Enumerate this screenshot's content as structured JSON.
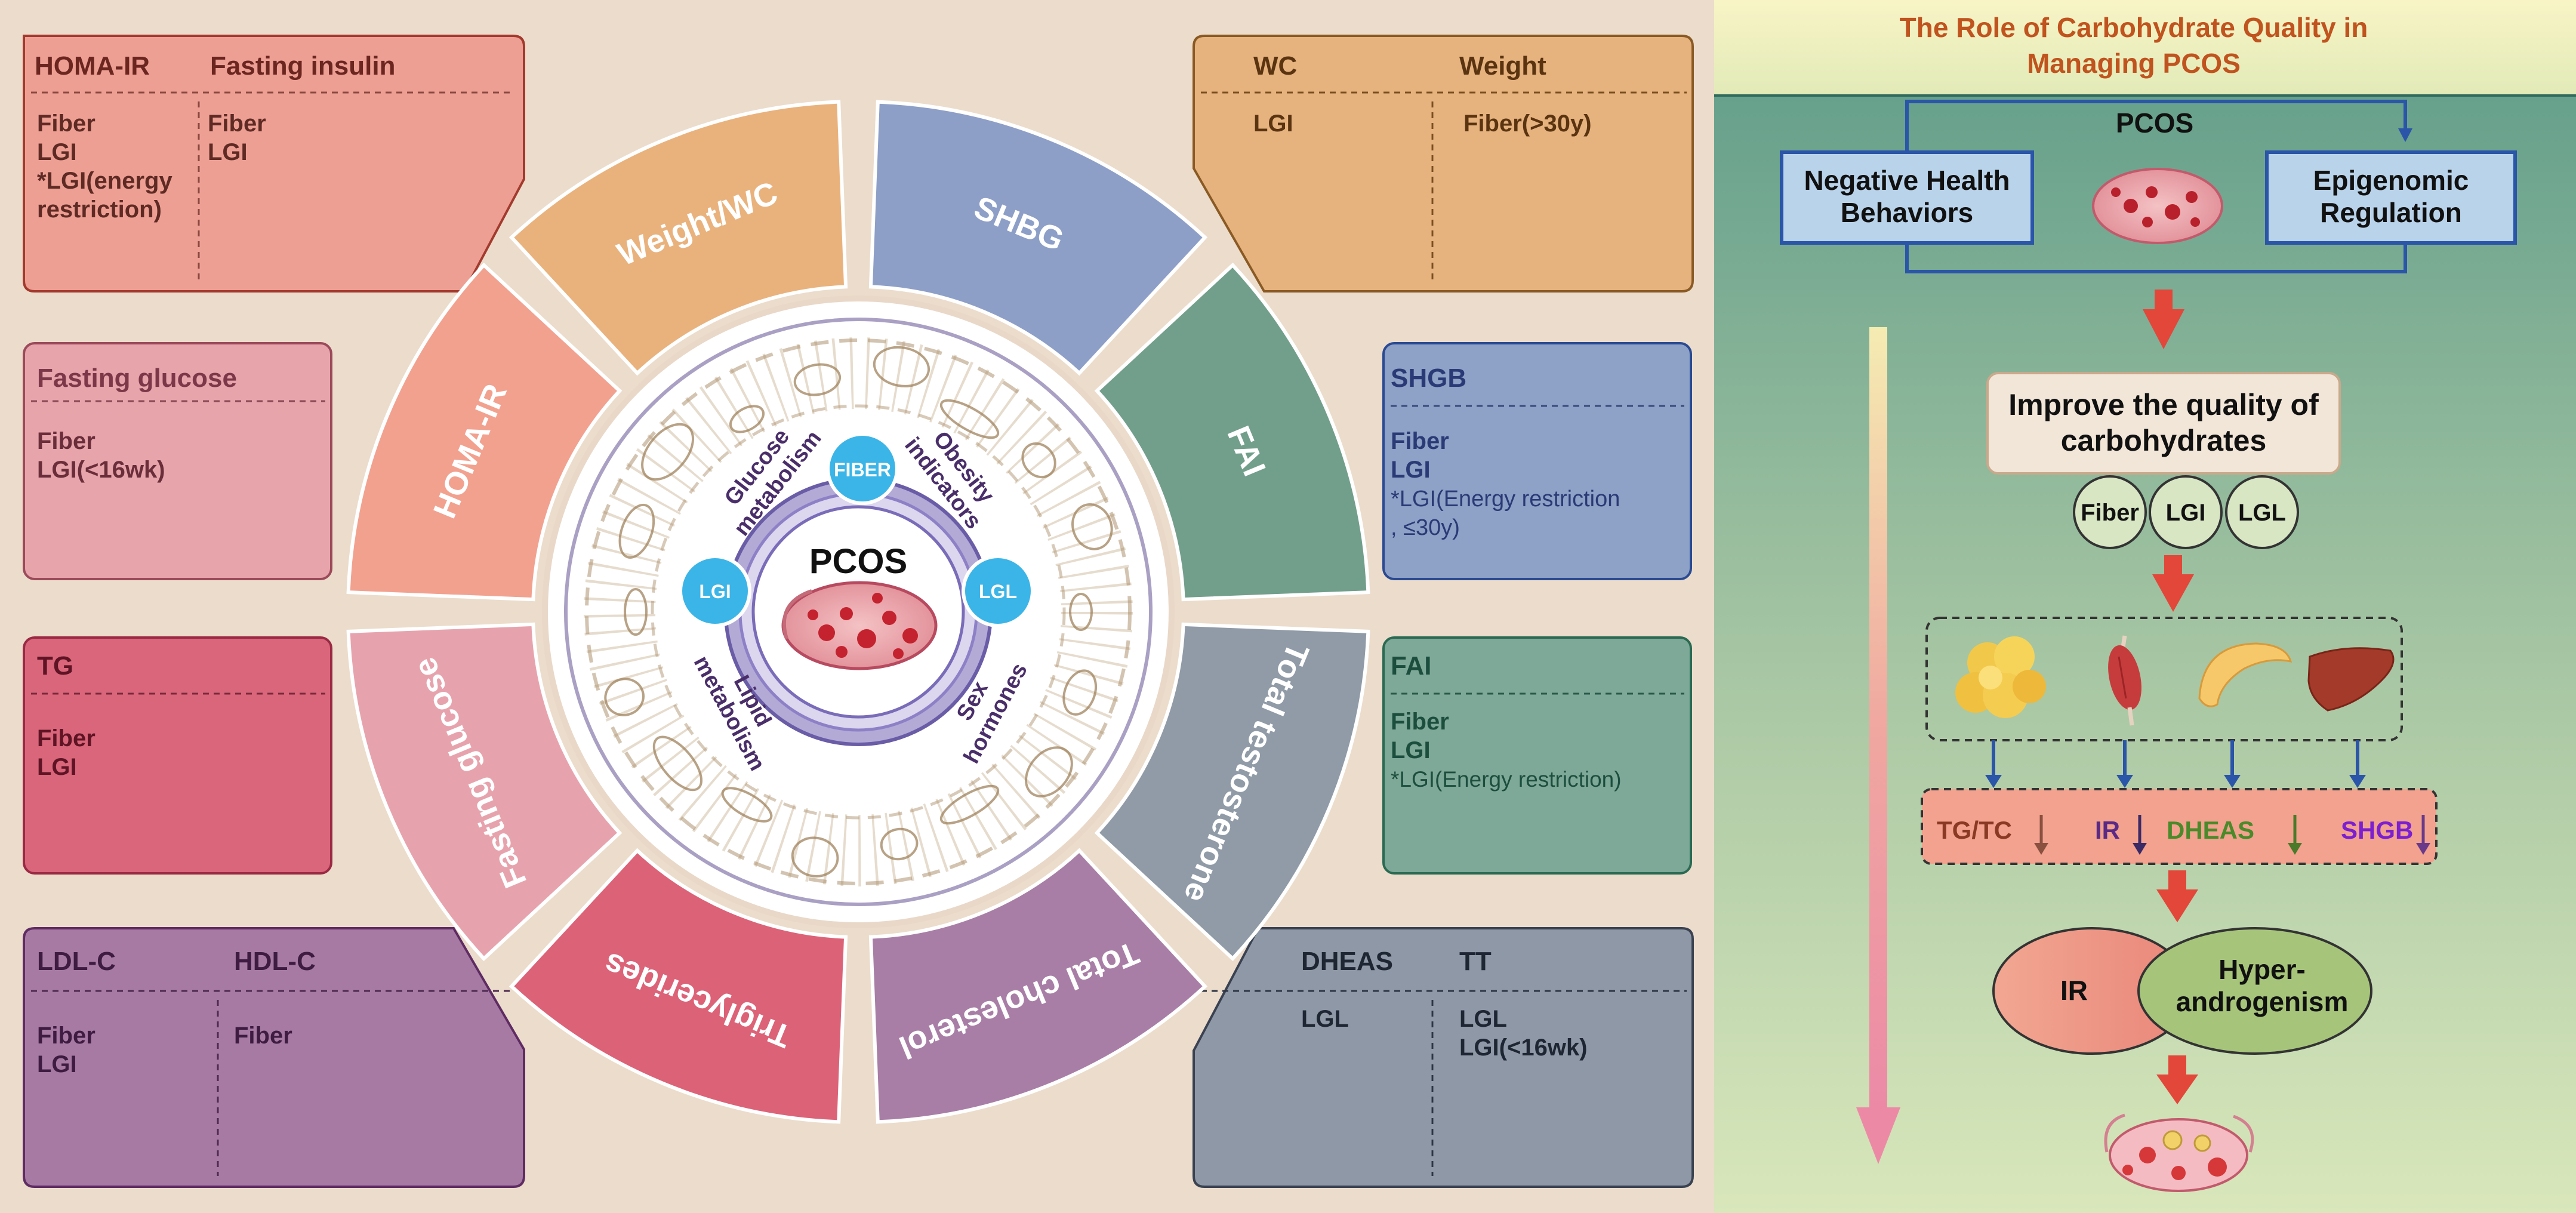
{
  "right_panel": {
    "title_line1": "The Role of Carbohydrate Quality in",
    "title_line2": "Managing PCOS",
    "pcos_label": "PCOS",
    "negative_line1": "Negative Health",
    "negative_line2": "Behaviors",
    "epigenomic_line1": "Epigenomic",
    "epigenomic_line2": "Regulation",
    "improve_line1": "Improve the quality of",
    "improve_line2": "carbohydrates",
    "circles": [
      "Fiber",
      "LGI",
      "LGL"
    ],
    "markers": [
      {
        "text": "TG/TC",
        "color": "#8a3a24"
      },
      {
        "text": "IR",
        "color": "#5b2a86"
      },
      {
        "text": "DHEAS",
        "color": "#4a8a2a"
      },
      {
        "text": "SHGB",
        "color": "#7b1fd0"
      }
    ],
    "ir_label": "IR",
    "hyper_line1": "Hyper-",
    "hyper_line2": "androgenism"
  },
  "center": {
    "label": "PCOS",
    "badges": [
      "FIBER",
      "LGI",
      "LGL"
    ],
    "quadrant_glucose": [
      "Glucose",
      "metabolism"
    ],
    "quadrant_obesity": [
      "Obesity",
      "indicators"
    ],
    "quadrant_lipid": [
      "Lipid",
      "metabolism"
    ],
    "quadrant_sex": [
      "Sex",
      "hormones"
    ]
  },
  "segments": {
    "homa": "HOMA-IR",
    "weight": "Weight/WC",
    "shbg": "SHBG",
    "fai": "FAI",
    "tt": "Total testosterone",
    "tc": "Total cholesterol",
    "tg": "Triglycerides",
    "fg": "Fasting glucose"
  },
  "boxes": {
    "homa": {
      "h1": "HOMA-IR",
      "h2": "Fasting insulin",
      "c1": [
        "Fiber",
        "LGI",
        "*LGI(energy",
        "restriction)"
      ],
      "c2": [
        "Fiber",
        "LGI"
      ]
    },
    "fg": {
      "h1": "Fasting glucose",
      "c1": [
        "Fiber",
        "LGI(<16wk)"
      ]
    },
    "tg": {
      "h1": "TG",
      "c1": [
        "Fiber",
        "LGI"
      ]
    },
    "ldl": {
      "h1": "LDL-C",
      "h2": "HDL-C",
      "c1": [
        "Fiber",
        "LGI"
      ],
      "c2": [
        "Fiber"
      ]
    },
    "wc": {
      "h1": "WC",
      "h2": "Weight",
      "c1": [
        "LGI"
      ],
      "c2": [
        "Fiber(>30y)"
      ]
    },
    "shgb": {
      "h1": "SHGB",
      "c1": [
        "Fiber",
        "LGI",
        "*LGI(Energy restriction",
        ", ≤30y)"
      ]
    },
    "fai": {
      "h1": "FAI",
      "c1": [
        "Fiber",
        "LGI",
        "*LGI(Energy restriction)"
      ]
    },
    "dheas": {
      "h1": "DHEAS",
      "h2": "TT",
      "c1": [
        "LGL"
      ],
      "c2": [
        "LGL",
        "LGI(<16wk)"
      ]
    }
  }
}
